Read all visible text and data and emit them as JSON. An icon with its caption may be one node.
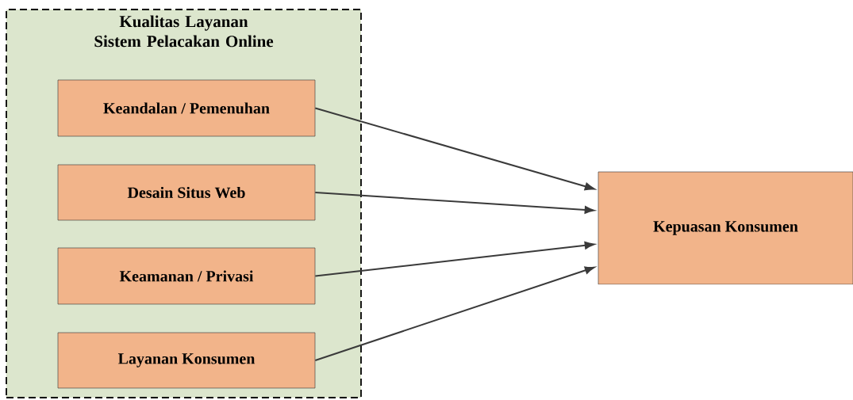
{
  "diagram": {
    "nodes": [
      {
        "text": [
          "Kualitas Layanan Sistem Pelacakan Online"
        ]
      },
      {
        "text": [
          "Keandalan / Pemenuhan"
        ],
        "in": 0
      },
      {
        "text": [
          "Desain Situs Web"
        ],
        "in": 0
      },
      {
        "text": [
          "Keamanan / Privasi"
        ],
        "in": 0
      },
      {
        "text": [
          "Layanan Konsumen"
        ],
        "in": 0
      },
      {
        "text": [
          "Kepuasan Konsumen"
        ]
      }
    ],
    "edges": [
      {
        "from": 1,
        "to": 5,
        "arrow": "to"
      },
      {
        "from": 2,
        "to": 5,
        "arrow": "to"
      },
      {
        "from": 3,
        "to": 5,
        "arrow": "to"
      },
      {
        "from": 4,
        "to": 5,
        "arrow": "to"
      }
    ]
  }
}
